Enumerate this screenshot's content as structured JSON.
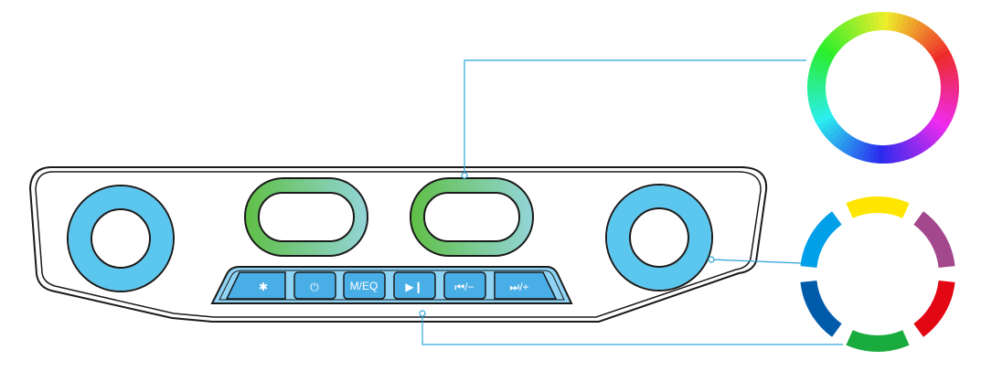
{
  "colors": {
    "outline": "#1a1a1a",
    "speaker_ring": "#5bc6ee",
    "oval_green": "#6cc04a",
    "oval_teal": "#8fd3d6",
    "callout_line": "#2aa6d8",
    "button_fill": "#4aaee6",
    "button_strip": "#8fd4f4",
    "segments": [
      "#ffe600",
      "#a4488e",
      "#e30613",
      "#1aab3e",
      "#005bab",
      "#00a0e9"
    ]
  },
  "buttons": [
    {
      "label": "✱",
      "icon": "bluetooth-icon"
    },
    {
      "label": "⏻",
      "icon": "power-icon"
    },
    {
      "label": "M/EQ",
      "icon": "mode-eq-icon"
    },
    {
      "label": "▶❙",
      "icon": "play-pause-icon"
    },
    {
      "label": "⏮/−",
      "icon": "previous-volume-down-icon"
    },
    {
      "label": "⏭/+",
      "icon": "next-volume-up-icon"
    }
  ],
  "legend": {
    "gradient_ring": "rainbow-gradient-ring",
    "segmented_ring": "six-color-segmented-ring"
  }
}
